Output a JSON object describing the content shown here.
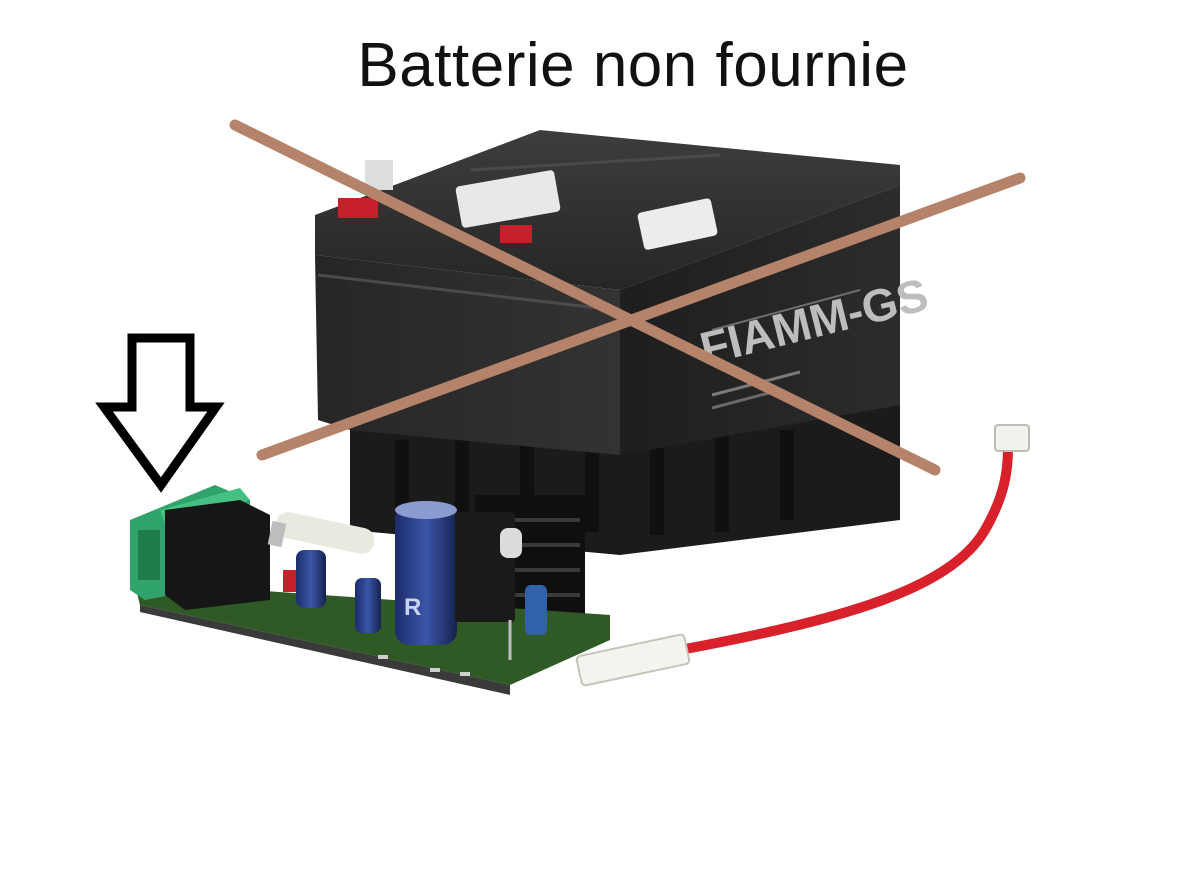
{
  "caption": "Batterie non fournie",
  "battery_brand": "FIAMM-GS",
  "colors": {
    "background": "#ffffff",
    "cross": "#b5836a",
    "battery_body": "#2a2a2a",
    "pcb": "#2f5a25",
    "terminal_block": "#2fa36b",
    "wire": "#d8212a"
  },
  "icons": [
    "down-arrow-icon",
    "cross-out-mark"
  ]
}
